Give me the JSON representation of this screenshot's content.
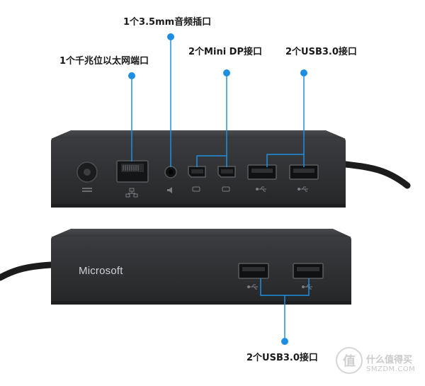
{
  "callouts": {
    "audio_jack": "1个3.5mm音频插口",
    "ethernet": "1个千兆位以太网端口",
    "mini_dp": "2个Mini DP接口",
    "usb_back": "2个USB3.0接口",
    "usb_front": "2个USB3.0接口"
  },
  "device": {
    "brand": "Microsoft"
  },
  "watermark": {
    "title": "什么值得买",
    "url": "SMZDM.COM"
  },
  "colors": {
    "callout_blue": "#1e8fe0",
    "device_body": "#2f3133",
    "device_top": "#3a3c3e",
    "cable": "#1c1c1c"
  }
}
